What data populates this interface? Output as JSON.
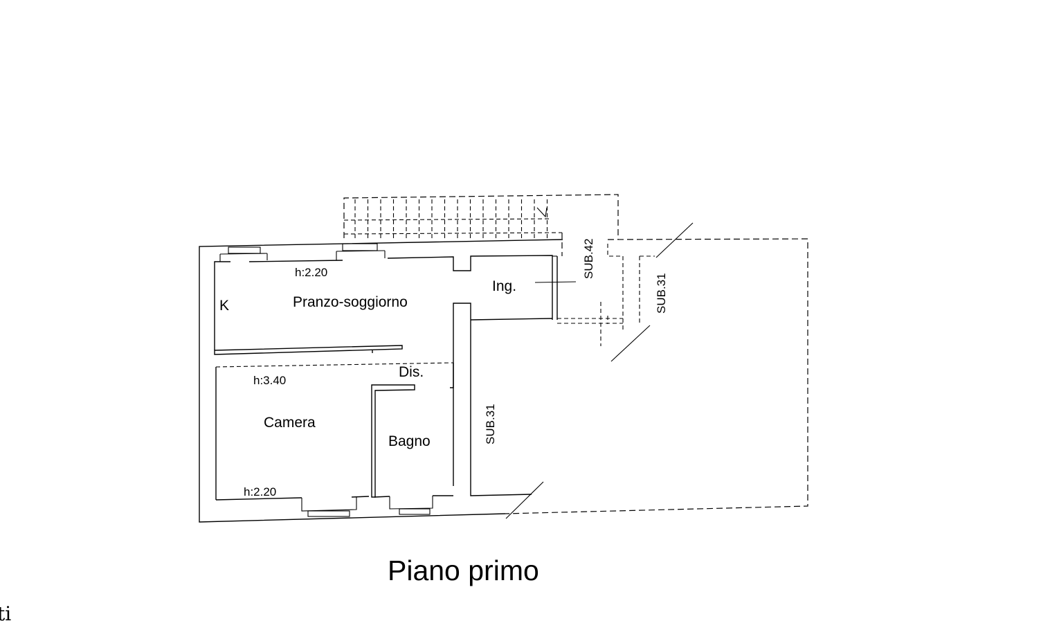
{
  "plan": {
    "title": "Piano primo",
    "rooms": {
      "pranzo": "Pranzo-soggiorno",
      "ingresso": "Ing.",
      "cucina": "K",
      "disimpegno": "Dis.",
      "camera": "Camera",
      "bagno": "Bagno"
    },
    "heights": {
      "pranzo": "h:2.20",
      "camera_top": "h:3.40",
      "camera_bottom": "h:2.20"
    },
    "subs": {
      "sub42": "SUB.42",
      "sub31_right": "SUB.31",
      "sub31_lower": "SUB.31"
    },
    "edge_text": "ti"
  }
}
